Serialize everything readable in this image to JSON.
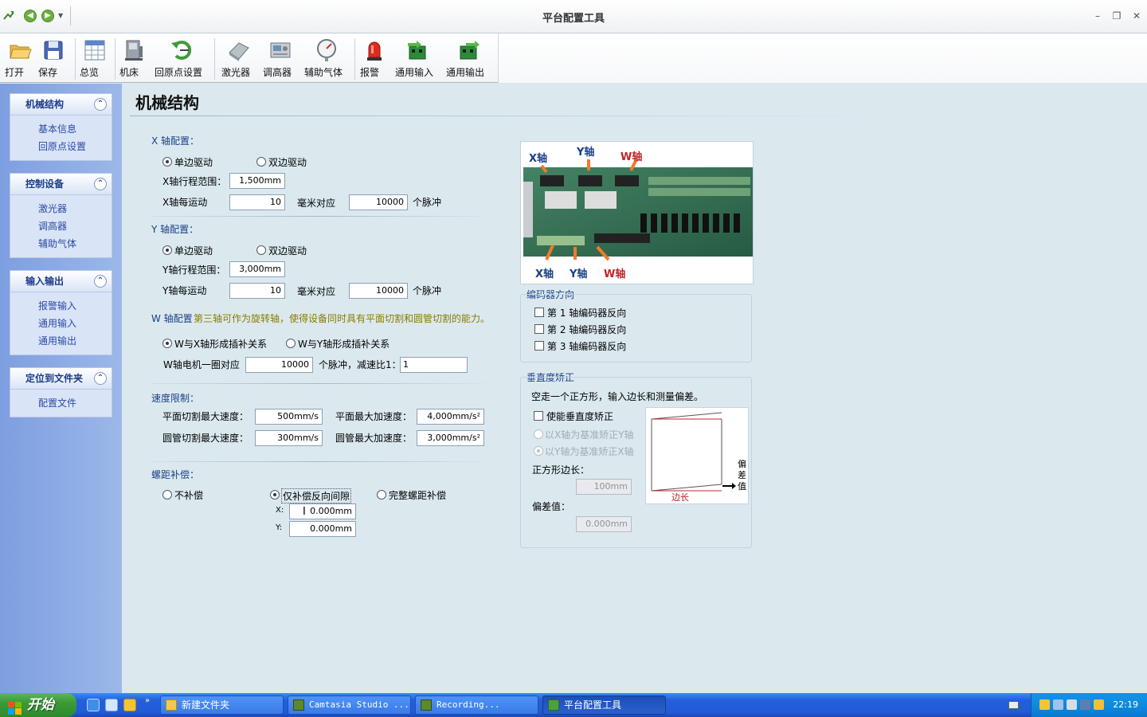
{
  "window": {
    "title": "平台配置工具"
  },
  "ribbon": {
    "buttons": [
      "打开",
      "保存",
      "总览",
      "机床",
      "回原点设置",
      "激光器",
      "调高器",
      "辅助气体",
      "报警",
      "通用输入",
      "通用输出"
    ]
  },
  "sidebar": {
    "groups": [
      {
        "title": "机械结构",
        "items": [
          "基本信息",
          "回原点设置"
        ]
      },
      {
        "title": "控制设备",
        "items": [
          "激光器",
          "调高器",
          "辅助气体"
        ]
      },
      {
        "title": "输入输出",
        "items": [
          "报警输入",
          "通用输入",
          "通用输出"
        ]
      },
      {
        "title": "定位到文件夹",
        "items": [
          "配置文件"
        ]
      }
    ]
  },
  "page": {
    "title": "机械结构"
  },
  "x_axis": {
    "heading": "X 轴配置：",
    "drive_single": "单边驱动",
    "drive_double": "双边驱动",
    "selected": "单边驱动",
    "range_label": "X轴行程范围：",
    "range_value": "1,500mm",
    "per_move_label": "X轴每运动",
    "per_move_value": "10",
    "mm_equiv": "毫米对应",
    "pulses_value": "10000",
    "pulses_unit": "个脉冲"
  },
  "y_axis": {
    "heading": "Y 轴配置：",
    "drive_single": "单边驱动",
    "drive_double": "双边驱动",
    "selected": "单边驱动",
    "range_label": "Y轴行程范围：",
    "range_value": "3,000mm",
    "per_move_label": "Y轴每运动",
    "per_move_value": "10",
    "mm_equiv": "毫米对应",
    "pulses_value": "10000",
    "pulses_unit": "个脉冲"
  },
  "w_axis": {
    "heading": "W 轴配置",
    "note": "第三轴可作为旋转轴，使得设备同时具有平面切割和圆管切割的能力。",
    "opt_x": "W与X轴形成插补关系",
    "opt_y": "W与Y轴形成插补关系",
    "selected": "W与X轴形成插补关系",
    "motor_label": "W轴电机一圈对应",
    "motor_value": "10000",
    "ratio_label": "个脉冲，减速比1：",
    "ratio_value": "1"
  },
  "speed": {
    "heading": "速度限制：",
    "plane_speed_label": "平面切割最大速度：",
    "plane_speed_value": "500mm/s",
    "plane_acc_label": "平面最大加速度：",
    "plane_acc_value": "4,000mm/s²",
    "tube_speed_label": "圆管切割最大速度：",
    "tube_speed_value": "300mm/s",
    "tube_acc_label": "圆管最大加速度：",
    "tube_acc_value": "3,000mm/s²"
  },
  "pitch": {
    "heading": "螺距补偿：",
    "opt_none": "不补偿",
    "opt_backlash": "仅补偿反向间隙",
    "opt_full": "完整螺距补偿",
    "selected": "仅补偿反向间隙",
    "x_label": "X:",
    "x_value": "0.000mm",
    "y_label": "Y:",
    "y_value": "0.000mm"
  },
  "board_image": {
    "labels_top": [
      "X轴",
      "Y轴",
      "W轴"
    ],
    "labels_bottom": [
      "X轴",
      "Y轴",
      "W轴"
    ]
  },
  "encoder": {
    "heading": "编码器方向",
    "items": [
      "第 1 轴编码器反向",
      "第 2 轴编码器反向",
      "第 3 轴编码器反向"
    ]
  },
  "perpendicular": {
    "heading": "垂直度矫正",
    "desc": "空走一个正方形，输入边长和测量偏差。",
    "enable": "使能垂直度矫正",
    "opt_x": "以X轴为基准矫正Y轴",
    "opt_y": "以Y轴为基准矫正X轴",
    "side_label": "正方形边长：",
    "side_value": "100mm",
    "dev_label": "偏差值：",
    "dev_value": "0.000mm",
    "diagram_side": "边长",
    "diagram_dev": "偏差值"
  },
  "taskbar": {
    "start": "开始",
    "tasks": [
      "新建文件夹",
      "Camtasia Studio ...",
      "Recording...",
      "平台配置工具"
    ],
    "clock": "22:19"
  }
}
